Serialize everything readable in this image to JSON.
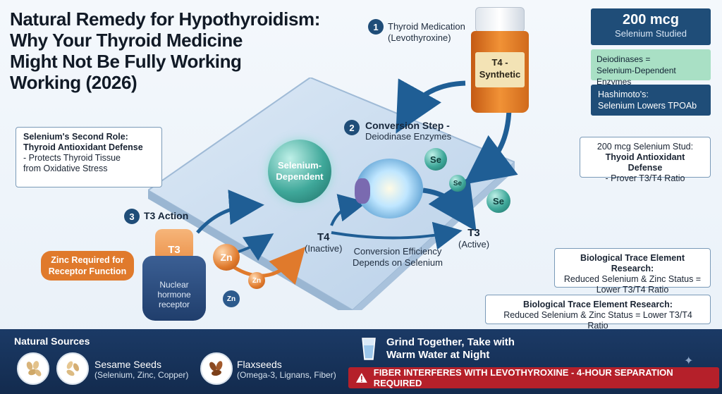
{
  "title": {
    "line1": "Natural Remedy for Hypothyroidism:",
    "line2": "Why Your Thyroid Medicine",
    "line3": "Might Not Be Fully Working",
    "line4": "Working (2026)"
  },
  "step1": {
    "number": "1",
    "line1": "Thyroid Medication",
    "line2": "(Levothyroxine)"
  },
  "bottle": {
    "line1": "T4 -",
    "line2": "Synthetic"
  },
  "step2": {
    "number": "2",
    "title": "Conversion Step -",
    "subtitle": "Deiodinase Enzymes"
  },
  "step3": {
    "number": "3",
    "title": "T3 Action"
  },
  "selenium_sphere": {
    "line1": "Selenium-",
    "line2": "Dependent"
  },
  "se_labels": [
    "Se",
    "Se",
    "Se"
  ],
  "t4": {
    "label": "T4",
    "sub": "(Inactive)"
  },
  "t3": {
    "label": "T3",
    "sub": "(Active)"
  },
  "conversion_note": {
    "line1": "Conversion Efficiency",
    "line2": "Depends on Selenium"
  },
  "receptor": {
    "hormone": "T3",
    "line1": "Nuclear",
    "line2": "hormone",
    "line3": "receptor"
  },
  "zinc": {
    "big": "Zn",
    "small1": "Zn",
    "small2": "Zn",
    "note_line1": "Zinc Required for",
    "note_line2": "Receptor Function"
  },
  "left_box": {
    "line1": "Selenium's Second Role:",
    "line2": "Thyroid Antioxidant Defense",
    "line3": "- Protects Thyroid Tissue",
    "line4": "from Oxidative Stress"
  },
  "right_cards": {
    "card1_big": "200 mcg",
    "card1_small": "Selenium Studied",
    "card2_line1": "Deiodinases =",
    "card2_line2": "Selenium-Dependent Enzymes",
    "card3_line1": "Hashimoto's:",
    "card3_line2": "Selenium Lowers TPOAb"
  },
  "right_box1": {
    "line1": "200 mcg Selenium Stud:",
    "line2": "Thyoid Antioxidant Defense",
    "line3": "- Prover T3/T4 Ratio"
  },
  "right_box2": {
    "line1": "Biological Trace Element Research:",
    "line2": "Reduced Selenium & Zinc Status =",
    "line3": "Lower T3/T4 Ratio"
  },
  "right_box3": {
    "line1": "Biological Trace Element Research:",
    "line2": "Reduced Selenium & Zinc Status = Lower T3/T4 Ratio"
  },
  "bottom": {
    "sources_title": "Natural Sources",
    "sesame_title": "Sesame Seeds",
    "sesame_sub": "(Selenium, Zinc, Copper)",
    "flax_title": "Flaxseeds",
    "flax_sub": "(Omega-3, Lignans, Fiber)",
    "instruction_line1": "Grind Together, Take with",
    "instruction_line2": "Warm Water at Night",
    "warning": "FIBER INTERFERES WITH LEVOTHYROXINE - 4-HOUR SEPARATION REQUIRED"
  },
  "colors": {
    "navy": "#1f4d78",
    "green_card": "#a9e0c5",
    "orange": "#e07a2c",
    "warning_red": "#b5202a",
    "bottom_bar": "#1b3a66"
  }
}
